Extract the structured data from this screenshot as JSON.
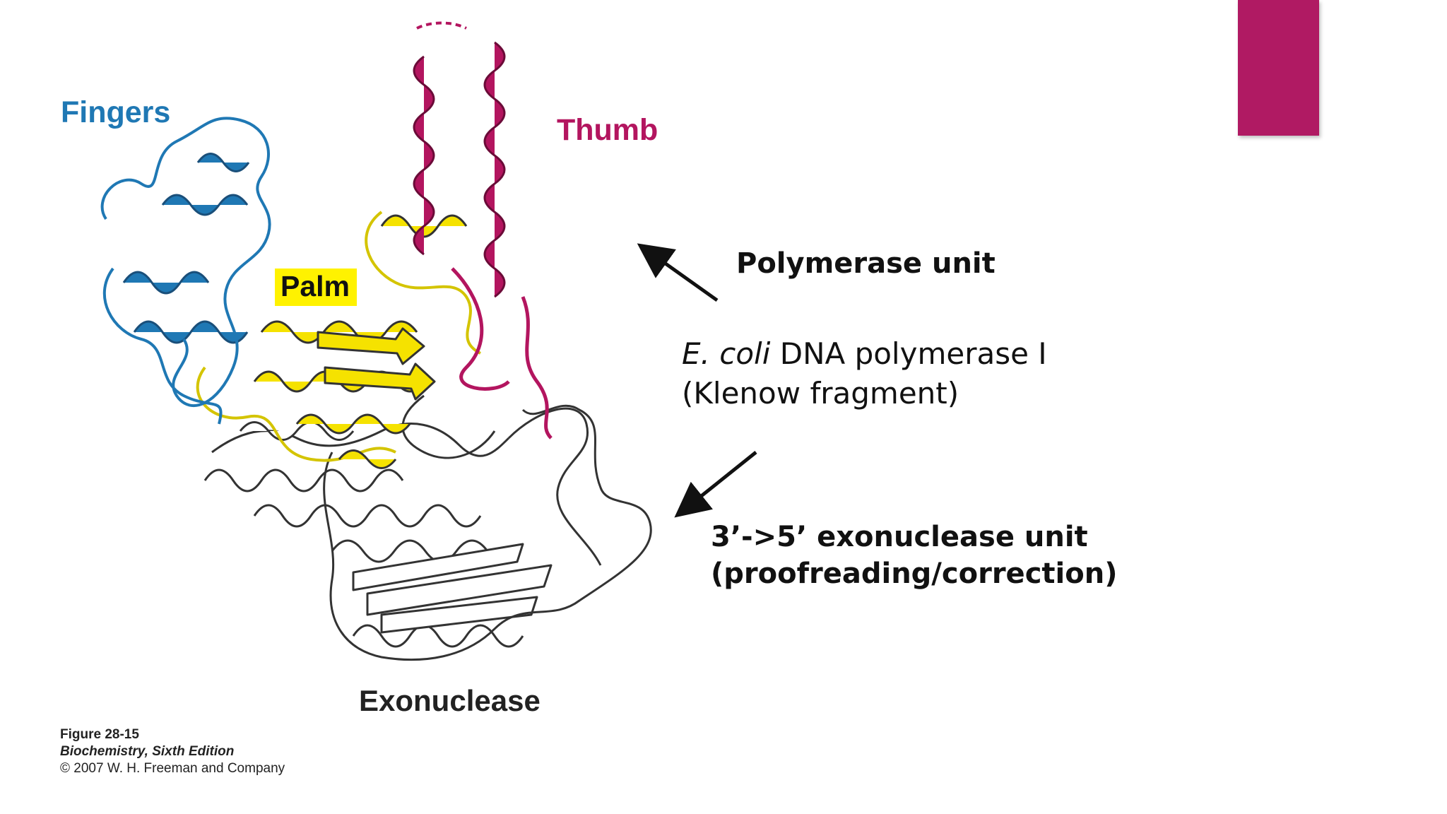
{
  "colors": {
    "accent": "#b01a63",
    "fingers": "#1f78b4",
    "thumb": "#b3155f",
    "palm": "#f5e200",
    "palm_highlight": "#fff200",
    "exonuclease": "#ffffff",
    "outline": "#333333"
  },
  "labels": {
    "fingers": "Fingers",
    "thumb": "Thumb",
    "palm": "Palm",
    "exonuclease": "Exonuclease"
  },
  "annotations": {
    "polymerase_unit": "Polymerase unit",
    "ecoli_italic": "E. coli",
    "ecoli_rest": " DNA polymerase I",
    "klenow": "(Klenow fragment)",
    "exo_line1": "3’->5’ exonuclease unit",
    "exo_line2": "(proofreading/correction)"
  },
  "caption": {
    "figure": "Figure 28-15",
    "book": "Biochemistry, Sixth Edition",
    "copyright": "© 2007 W. H. Freeman and Company"
  }
}
